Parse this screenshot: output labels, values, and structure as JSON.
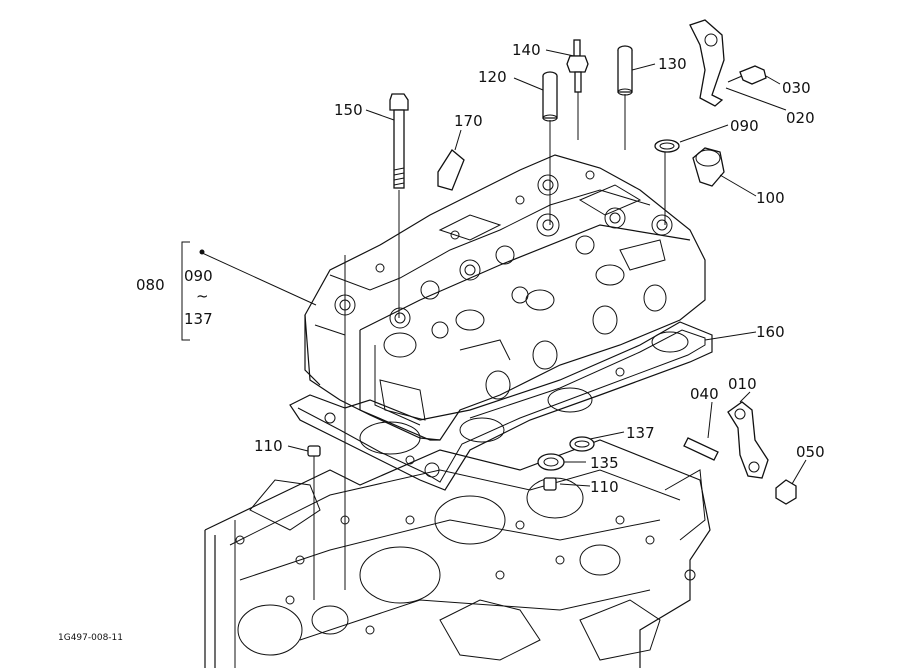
{
  "figure": {
    "code": "1G497-008-11",
    "callouts": {
      "p010": "010",
      "p020": "020",
      "p030": "030",
      "p040": "040",
      "p050": "050",
      "p080": "080",
      "p090a": "090",
      "p090b": "090",
      "p100": "100",
      "p110a": "110",
      "p110b": "110",
      "p120": "120",
      "p130": "130",
      "p135": "135",
      "p137a": "137",
      "p137b": "137",
      "p140": "140",
      "p150": "150",
      "p160": "160",
      "p170": "170",
      "tilde": "~"
    }
  }
}
